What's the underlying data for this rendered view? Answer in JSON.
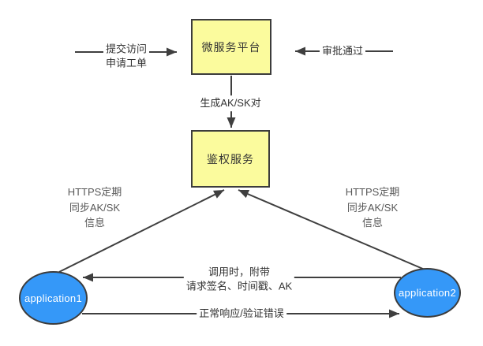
{
  "diagram": {
    "colors": {
      "line": "#3f3f3f",
      "box_fill": "#fbfb9d",
      "box_border": "#3c3c3c",
      "ellipse_fill": "#3598f8",
      "ellipse_border": "#3c3c3c",
      "label_text": "#333333",
      "muted_text": "#595959",
      "node_text": "#333333",
      "ellipse_text": "#ffffff",
      "bg": "#ffffff"
    },
    "nodes": {
      "platform": "微服务平台",
      "auth": "鉴权服务",
      "app1": "application1",
      "app2": "application2"
    },
    "labels": {
      "submit_line1": "提交访问",
      "submit_line2": "申请工单",
      "approve": "审批通过",
      "generate": "生成AK/SK对",
      "sync_line1": "HTTPS定期",
      "sync_line2": "同步AK/SK",
      "sync_line3": "信息",
      "call_line1": "调用时，附带",
      "call_line2": "请求签名、时间戳、AK",
      "response": "正常响应/验证错误"
    }
  }
}
